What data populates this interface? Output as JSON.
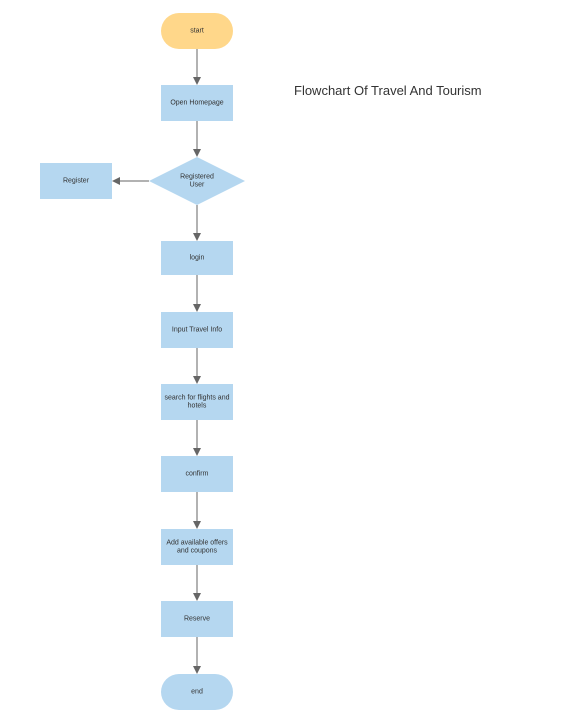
{
  "diagram": {
    "title": "Flowchart Of Travel And Tourism",
    "colors": {
      "terminal_start": "#FFD78A",
      "terminal_end": "#B5D7F0",
      "process": "#B5D7F0",
      "decision": "#B5D7F0",
      "arrow": "#666666",
      "text": "#333333"
    },
    "nodes": [
      {
        "id": "start",
        "shape": "terminal",
        "lines": [
          "start"
        ]
      },
      {
        "id": "homepage",
        "shape": "process",
        "lines": [
          "Open Homepage"
        ]
      },
      {
        "id": "registered",
        "shape": "decision",
        "lines": [
          "Registered",
          "User"
        ]
      },
      {
        "id": "register",
        "shape": "process",
        "lines": [
          "Register"
        ]
      },
      {
        "id": "login",
        "shape": "process",
        "lines": [
          "login"
        ]
      },
      {
        "id": "input",
        "shape": "process",
        "lines": [
          "Input Travel Info"
        ]
      },
      {
        "id": "search",
        "shape": "process",
        "lines": [
          "search for flights and",
          "hotels"
        ]
      },
      {
        "id": "confirm",
        "shape": "process",
        "lines": [
          "confirm"
        ]
      },
      {
        "id": "offers",
        "shape": "process",
        "lines": [
          "Add available offers",
          "and coupons"
        ]
      },
      {
        "id": "reserve",
        "shape": "process",
        "lines": [
          "Reserve"
        ]
      },
      {
        "id": "end",
        "shape": "terminal",
        "lines": [
          "end"
        ]
      }
    ],
    "edges": [
      {
        "from": "start",
        "to": "homepage"
      },
      {
        "from": "homepage",
        "to": "registered"
      },
      {
        "from": "registered",
        "to": "register"
      },
      {
        "from": "registered",
        "to": "login"
      },
      {
        "from": "login",
        "to": "input"
      },
      {
        "from": "input",
        "to": "search"
      },
      {
        "from": "search",
        "to": "confirm"
      },
      {
        "from": "confirm",
        "to": "offers"
      },
      {
        "from": "offers",
        "to": "reserve"
      },
      {
        "from": "reserve",
        "to": "end"
      }
    ]
  }
}
